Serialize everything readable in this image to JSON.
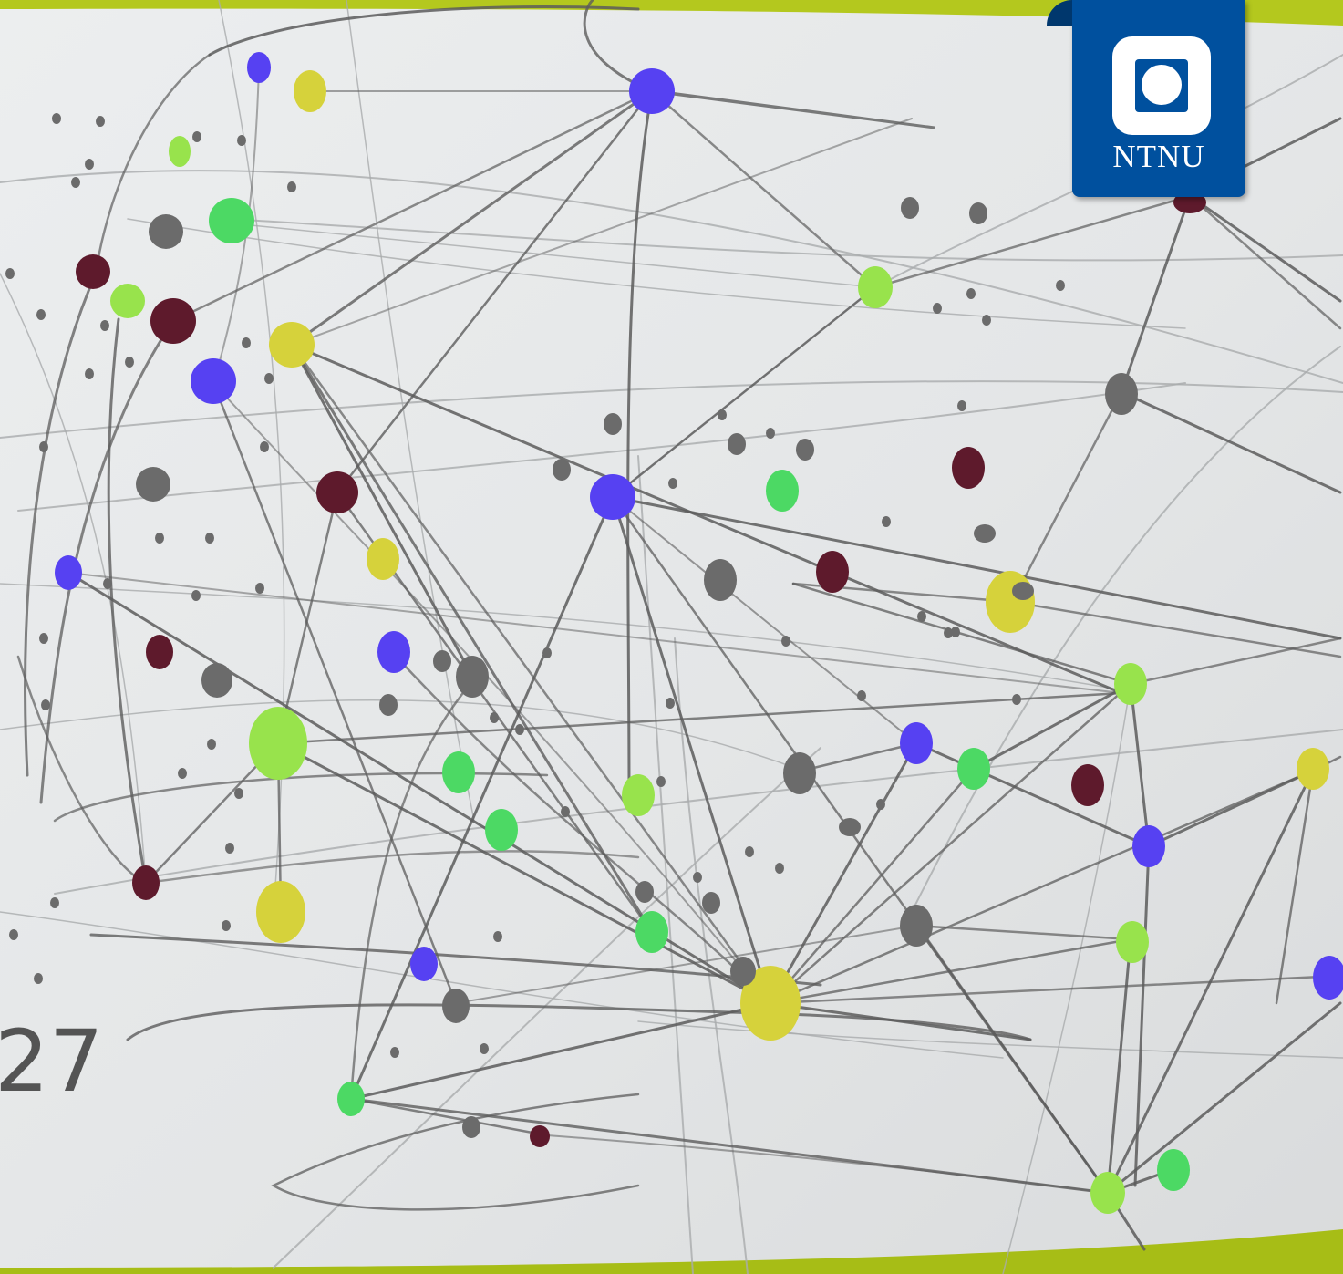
{
  "slide": {
    "page_number": "27",
    "logo_text": "NTNU"
  },
  "colors": {
    "background": "#e6e8e9",
    "accent_bar": "#b4c81e",
    "line": "#5c5c5c",
    "node_gray": "#6b6b6b",
    "node_blue": "#5641f2",
    "node_green": "#4cd964",
    "node_lime": "#98e34c",
    "node_yellow": "#d6d23b",
    "node_maroon": "#5e1a2c",
    "logo_blue": "#00509e"
  },
  "decoration": {
    "description_icon": "network-graph-illustration"
  }
}
